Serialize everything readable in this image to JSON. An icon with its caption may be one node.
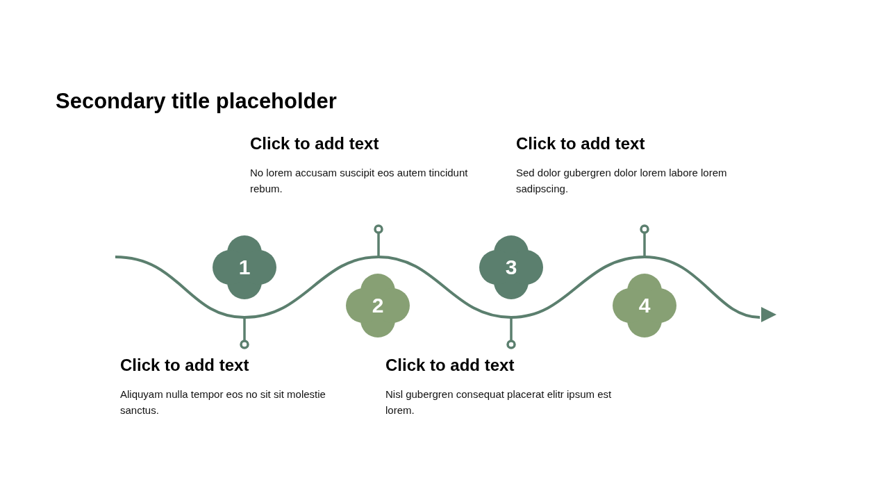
{
  "diagram": {
    "title": "Secondary title placeholder",
    "nodes": [
      {
        "text": [
          "1"
        ]
      },
      {
        "text": [
          "2"
        ]
      },
      {
        "text": [
          "3"
        ]
      },
      {
        "text": [
          "4"
        ]
      },
      {
        "text": [
          "Click to add text",
          "Aliquyam nulla tempor eos no sit sit molestie sanctus."
        ]
      },
      {
        "text": [
          "Click to add text",
          "No lorem accusam suscipit eos autem tincidunt rebum."
        ]
      },
      {
        "text": [
          "Click to add text",
          "Nisl gubergren consequat placerat elitr ipsum est lorem."
        ]
      },
      {
        "text": [
          "Click to add text",
          "Sed dolor gubergren dolor lorem labore lorem sadipscing."
        ]
      },
      {
        "text": [],
        "shape": "wave"
      }
    ],
    "edges": [
      {
        "from": 4,
        "to": 8,
        "arrow": "other"
      },
      {
        "from": 5,
        "to": 8,
        "arrow": "other"
      },
      {
        "from": 6,
        "to": 8,
        "arrow": "other"
      },
      {
        "from": 7,
        "to": 8,
        "arrow": "other"
      }
    ]
  }
}
